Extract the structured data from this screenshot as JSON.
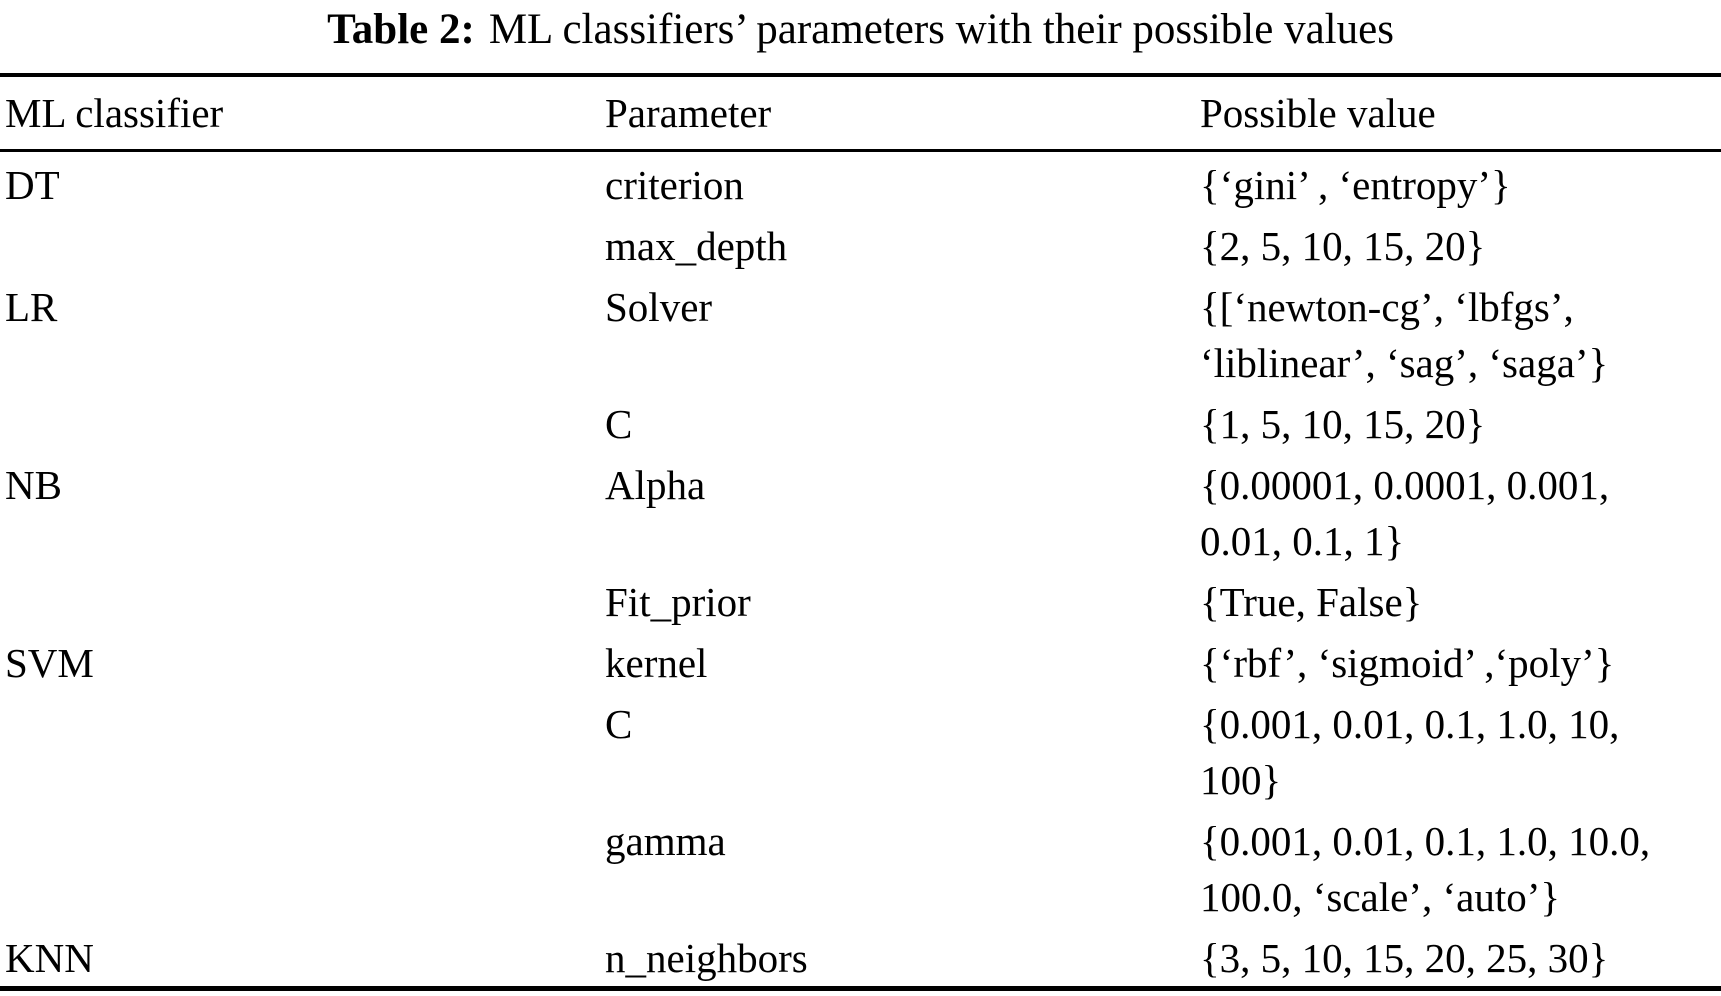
{
  "title": {
    "label": "Table 2:",
    "text": "ML classifiers’ parameters with their possible values"
  },
  "table": {
    "columns": [
      "ML classifier",
      "Parameter",
      "Possible value"
    ],
    "rows": [
      {
        "classifier": "DT",
        "parameter": "criterion",
        "value": "{‘gini’ , ‘entropy’}"
      },
      {
        "classifier": "",
        "parameter": "max_depth",
        "value": "{2, 5, 10, 15, 20}"
      },
      {
        "classifier": "LR",
        "parameter": "Solver",
        "value": "{[‘newton-cg’, ‘lbfgs’,\n‘liblinear’, ‘sag’, ‘saga’}"
      },
      {
        "classifier": "",
        "parameter": "C",
        "value": "{1, 5, 10, 15, 20}"
      },
      {
        "classifier": "NB",
        "parameter": "Alpha",
        "value": "{0.00001, 0.0001, 0.001,\n0.01, 0.1, 1}"
      },
      {
        "classifier": "",
        "parameter": "Fit_prior",
        "value": "{True, False}"
      },
      {
        "classifier": "SVM",
        "parameter": "kernel",
        "value": "{‘rbf’, ‘sigmoid’ ,‘poly’}"
      },
      {
        "classifier": "",
        "parameter": "C",
        "value": "{0.001, 0.01, 0.1, 1.0, 10,\n100}"
      },
      {
        "classifier": "",
        "parameter": "gamma",
        "value": "{0.001, 0.01, 0.1, 1.0, 10.0,\n100.0, ‘scale’, ‘auto’}"
      },
      {
        "classifier": "KNN",
        "parameter": "n_neighbors",
        "value": "{3, 5, 10, 15, 20, 25, 30}"
      }
    ]
  }
}
